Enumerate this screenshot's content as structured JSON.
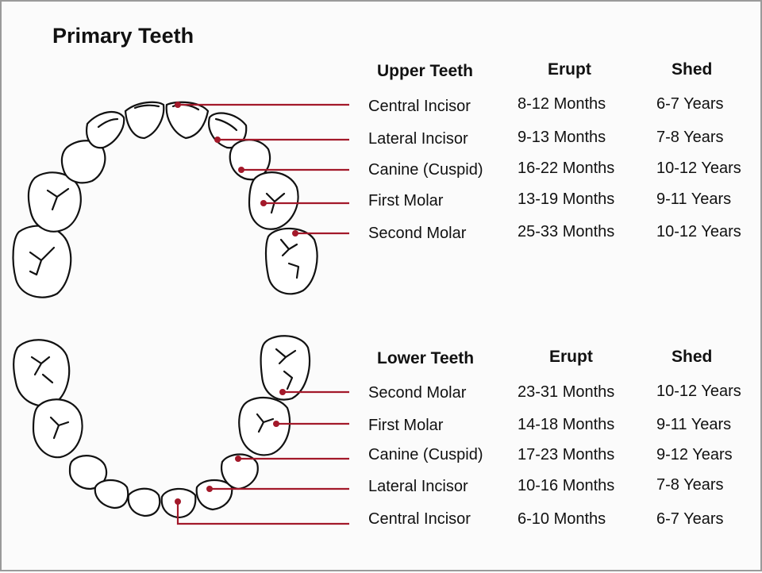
{
  "title": "Primary Teeth",
  "colors": {
    "leader": "#a3192a",
    "outline": "#111111",
    "background": "#fbfbfb"
  },
  "upper": {
    "headers": [
      "Upper Teeth",
      "Erupt",
      "Shed"
    ],
    "rows": [
      {
        "tooth": "Central Incisor",
        "erupt": "8-12 Months",
        "shed": "6-7 Years"
      },
      {
        "tooth": "Lateral Incisor",
        "erupt": "9-13 Months",
        "shed": "7-8 Years"
      },
      {
        "tooth": "Canine (Cuspid)",
        "erupt": "16-22 Months",
        "shed": "10-12 Years"
      },
      {
        "tooth": "First Molar",
        "erupt": "13-19 Months",
        "shed": "9-11 Years"
      },
      {
        "tooth": "Second Molar",
        "erupt": "25-33 Months",
        "shed": "10-12 Years"
      }
    ]
  },
  "lower": {
    "headers": [
      "Lower Teeth",
      "Erupt",
      "Shed"
    ],
    "rows": [
      {
        "tooth": "Second Molar",
        "erupt": "23-31 Months",
        "shed": "10-12 Years"
      },
      {
        "tooth": "First Molar",
        "erupt": "14-18 Months",
        "shed": "9-11 Years"
      },
      {
        "tooth": "Canine (Cuspid)",
        "erupt": "17-23 Months",
        "shed": "9-12 Years"
      },
      {
        "tooth": "Lateral Incisor",
        "erupt": "10-16 Months",
        "shed": "7-8 Years"
      },
      {
        "tooth": "Central Incisor",
        "erupt": "6-10 Months",
        "shed": "6-7 Years"
      }
    ]
  }
}
